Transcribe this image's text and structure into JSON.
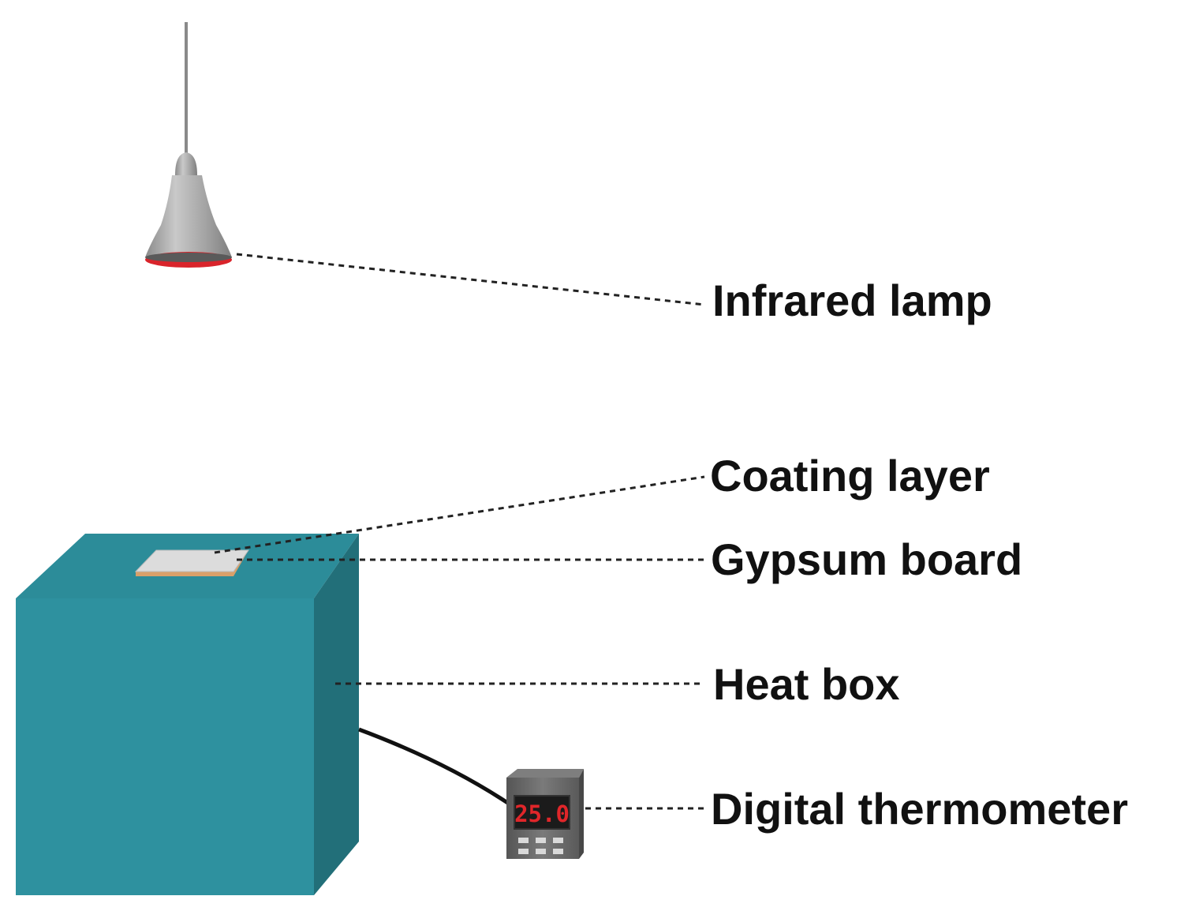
{
  "labels": {
    "infrared_lamp": "Infrared lamp",
    "coating_layer": "Coating layer",
    "gypsum_board": "Gypsum board",
    "heat_box": "Heat box",
    "digital_thermometer": "Digital thermometer"
  },
  "thermometer": {
    "display_value": "25.0"
  },
  "colors": {
    "heat_box_front": "#2e919f",
    "heat_box_top": "#2c8c99",
    "heat_box_side": "#226f79",
    "lamp_body": "#a7a7a7",
    "lamp_rim": "#d9242b",
    "coating_layer": "#dcdcdc",
    "gypsum_board": "#d9a06a",
    "thermometer_body": "#6b6b6b",
    "display": "#e0262a"
  },
  "icons": {
    "lamp": "infrared-lamp-icon",
    "box": "heat-box-icon",
    "thermometer": "digital-thermometer-icon"
  }
}
